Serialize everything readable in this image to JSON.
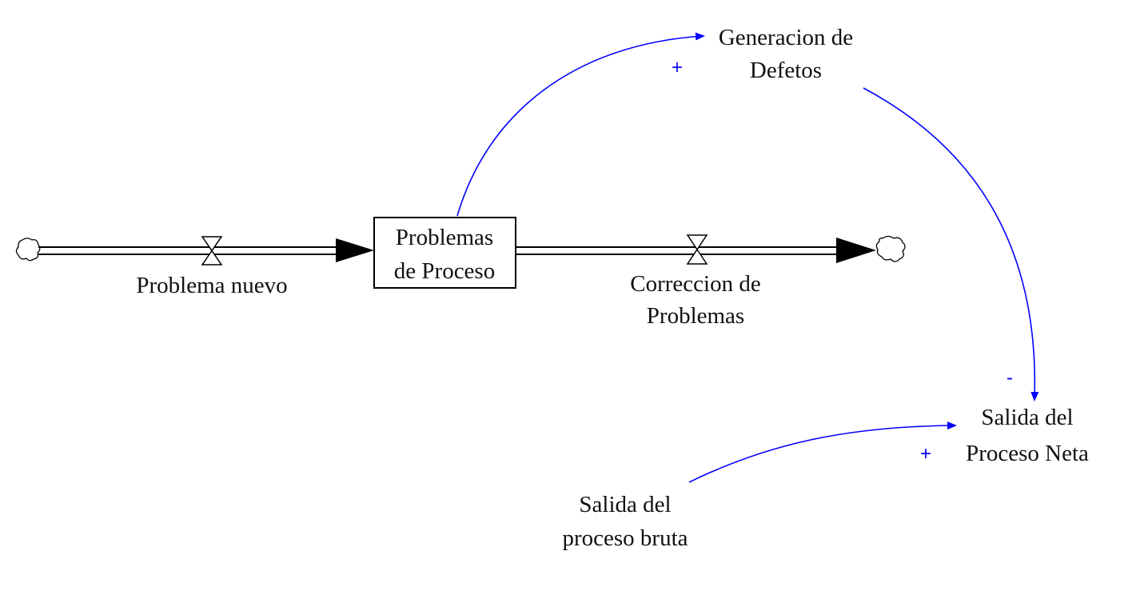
{
  "diagram": {
    "stock": {
      "line1": "Problemas",
      "line2": "de Proceso"
    },
    "inflow": {
      "label": "Problema nuevo"
    },
    "outflow": {
      "line1": "Correccion de",
      "line2": "Problemas"
    },
    "aux_defects": {
      "line1": "Generacion de",
      "line2": "Defetos"
    },
    "aux_net_output": {
      "line1": "Salida del",
      "line2": "Proceso Neta"
    },
    "aux_gross_output": {
      "line1": "Salida del",
      "line2": "proceso bruta"
    },
    "links": [
      {
        "from": "Problemas de Proceso",
        "to": "Generacion de Defetos",
        "polarity": "+"
      },
      {
        "from": "Generacion de Defetos",
        "to": "Salida del Proceso Neta",
        "polarity": "-"
      },
      {
        "from": "Salida del proceso bruta",
        "to": "Salida del Proceso Neta",
        "polarity": "+"
      }
    ],
    "colors": {
      "link": "#0000ff",
      "flow": "#000000"
    }
  }
}
